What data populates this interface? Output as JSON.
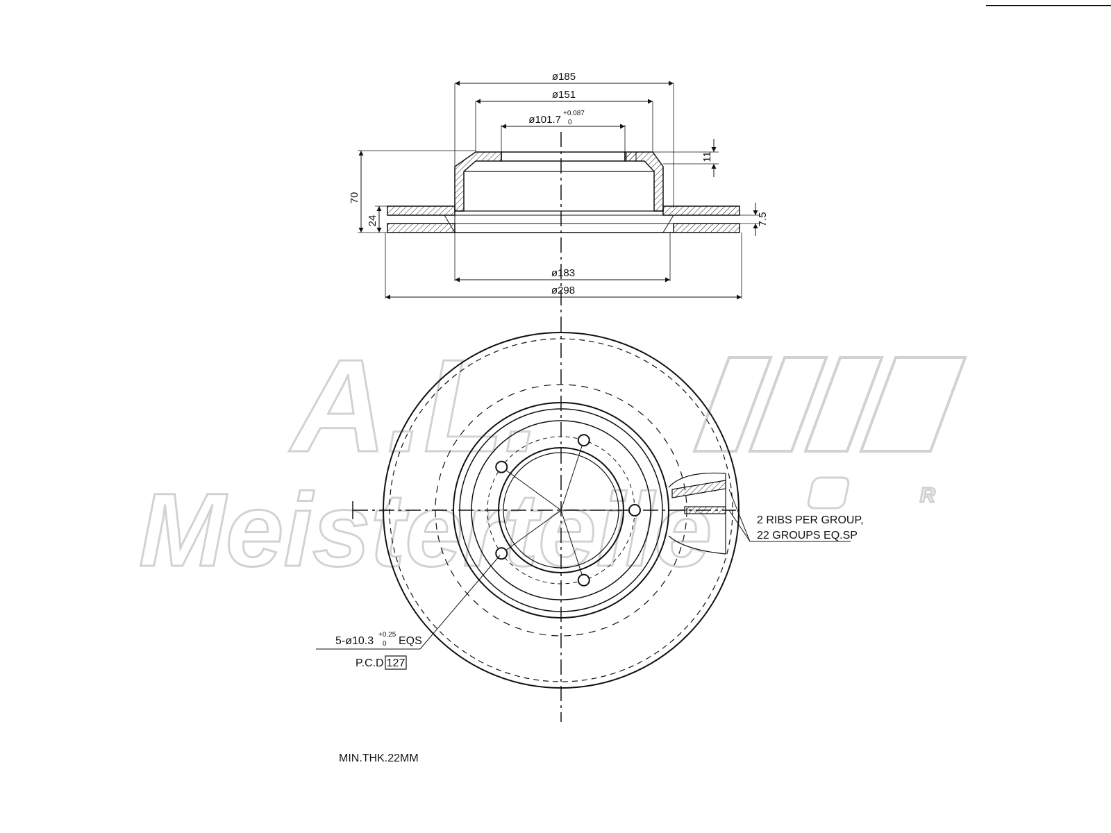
{
  "watermark": {
    "brand_line1": "A.L.",
    "brand_line2": "Meisterteile",
    "registered_mark": "R"
  },
  "side_view": {
    "dim_outer_hat_diameter": "ø185",
    "dim_hat_inner_diameter": "ø151",
    "dim_center_bore_base": "ø101.7",
    "dim_center_bore_tol_upper": "+0.087",
    "dim_center_bore_tol_lower": "0",
    "dim_hat_top_thickness": "11",
    "dim_total_height": "70",
    "dim_disc_thickness": "24",
    "dim_vent_gap": "7.5",
    "dim_inner_friction_diameter": "ø183",
    "dim_outer_diameter": "ø298"
  },
  "front_view": {
    "rib_note_line1": "2 RIBS PER GROUP,",
    "rib_note_line2": "22 GROUPS EQ.SP",
    "bolt_hole_label_prefix": "5-ø10.3",
    "bolt_hole_tol_upper": "+0.25",
    "bolt_hole_tol_lower": "0",
    "bolt_hole_label_suffix": "EQS",
    "pcd_label": "P.C.D",
    "pcd_value": "127",
    "bolt_hole_count": 5
  },
  "footer": {
    "min_thickness_note": "MIN.THK.22MM"
  },
  "colors": {
    "line": "#111111",
    "watermark": "#d2d2d2"
  }
}
